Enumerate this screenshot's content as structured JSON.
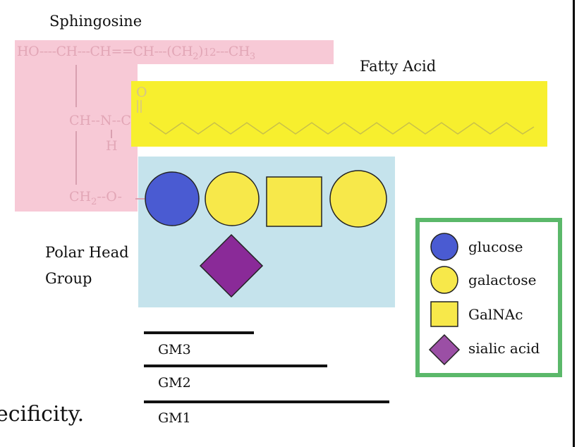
{
  "diagram": {
    "title_sphingosine": "Sphingosine",
    "title_fatty_acid": "Fatty Acid",
    "sphingosine_chain": {
      "head": "HO----CH---CH==CH---(CH",
      "sub2": "2",
      "mid": ")",
      "n": "12",
      "tail": "---CH",
      "sub3": "3"
    },
    "carbonyl_o": "O",
    "amide_row": "CH--N--C",
    "amide_h": "H",
    "ch2_row_a": "CH",
    "ch2_sub": "2",
    "ch2_row_b": "--O-",
    "polar_head_line1": "Polar Head",
    "polar_head_line2": "Group",
    "gm_labels": {
      "gm3": "GM3",
      "gm2": "GM2",
      "gm1": "GM1"
    },
    "legend": [
      {
        "label": "glucose",
        "shape": "circle",
        "color": "#4a5bd2"
      },
      {
        "label": "galactose",
        "shape": "circle",
        "color": "#f7e84a"
      },
      {
        "label": "GalNAc",
        "shape": "square",
        "color": "#f7e84a"
      },
      {
        "label": "sialic acid",
        "shape": "diamond",
        "color": "#9b4fa5"
      }
    ],
    "partial_text": "ecificity.",
    "colors": {
      "sphingosine_bg": "#f7c9d6",
      "fatty_acid_bg": "#f7ef2e",
      "polar_bg": "#c5e3ec",
      "legend_border": "#5bb86a",
      "glucose": "#4a5bd2",
      "galactose": "#f7e84a",
      "galnac": "#f7e84a",
      "sialic": "#8a2a98"
    }
  }
}
